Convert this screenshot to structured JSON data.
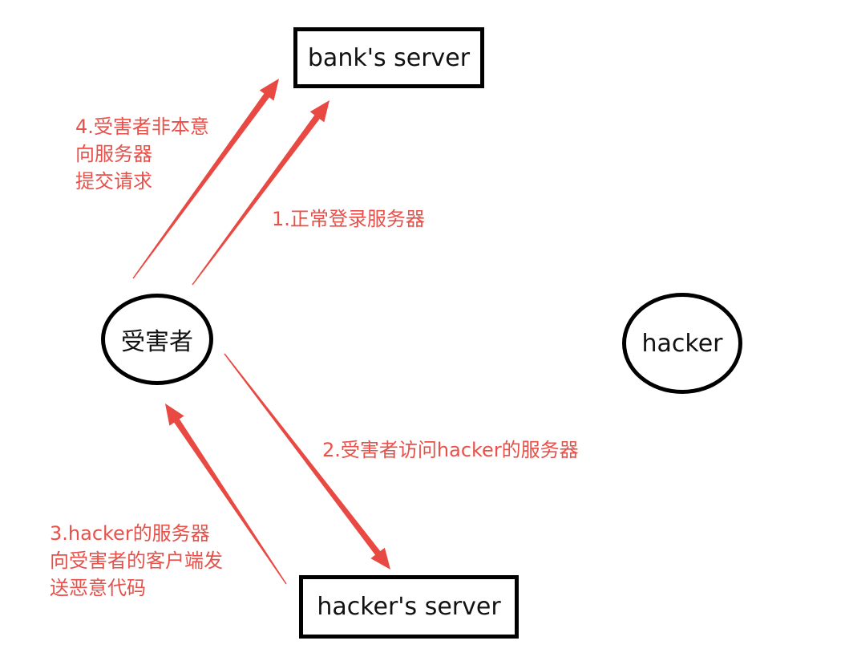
{
  "diagram": {
    "colors": {
      "arrow": "#e84a43",
      "label": "#e8504a",
      "node_border": "#000000",
      "node_text": "#111111"
    },
    "nodes": {
      "bank_server": "bank's server",
      "victim": "受害者",
      "hacker": "hacker",
      "hacker_server": "hacker's server"
    },
    "steps": [
      {
        "id": 1,
        "from": "victim",
        "to": "bank_server",
        "lines": [
          "1.正常登录服务器"
        ]
      },
      {
        "id": 2,
        "from": "victim",
        "to": "hacker_server",
        "lines": [
          "2.受害者访问hacker的服务器"
        ]
      },
      {
        "id": 3,
        "from": "hacker_server",
        "to": "victim",
        "lines": [
          "3.hacker的服务器",
          "向受害者的客户端发",
          "送恶意代码"
        ]
      },
      {
        "id": 4,
        "from": "victim",
        "to": "bank_server",
        "lines": [
          "4.受害者非本意",
          "向服务器",
          "提交请求"
        ]
      }
    ]
  }
}
